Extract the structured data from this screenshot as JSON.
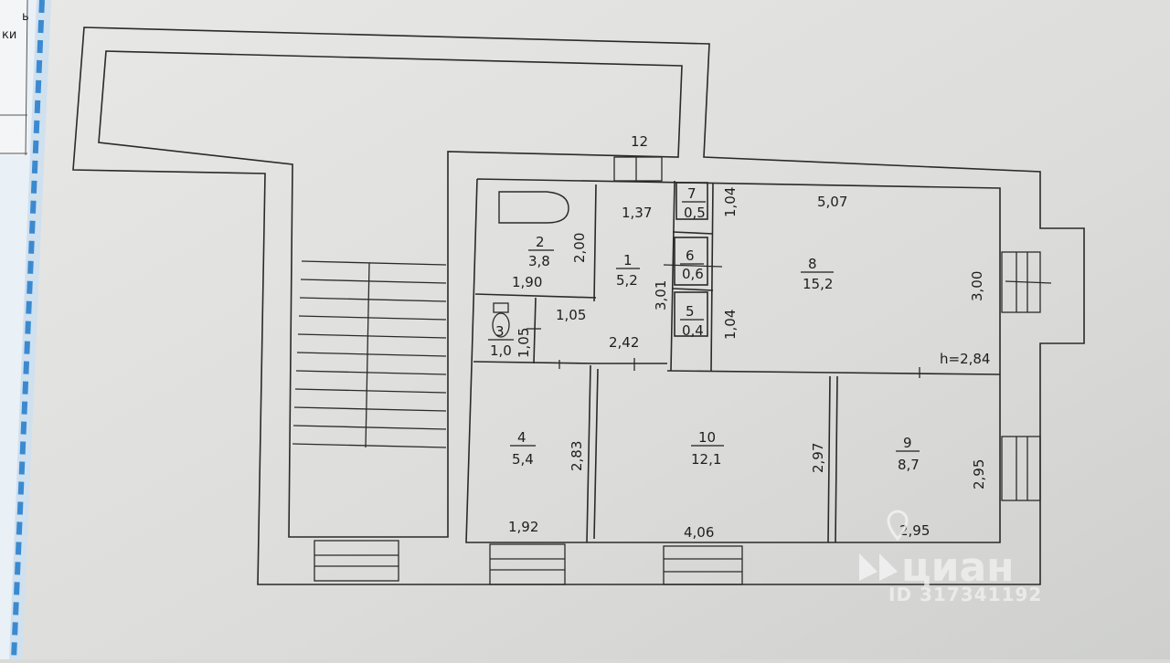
{
  "edge_text": [
    "ь",
    "ки"
  ],
  "labels": {
    "n12": "12",
    "r2_no": "2",
    "r2_area": "3,8",
    "r2_h": "2,00",
    "r2_w": "1,90",
    "r1_no": "1",
    "r1_area": "5,2",
    "r1_w": "1,37",
    "r1_h": "3,01",
    "r7_no": "7",
    "r7_area": "0,5",
    "r7_h": "1,04",
    "r6_no": "6",
    "r6_area": "0,6",
    "r5_no": "5",
    "r5_area": "0,4",
    "r5_h": "1,04",
    "r8_w": "5,07",
    "r8_no": "8",
    "r8_area": "15,2",
    "r8_h": "3,00",
    "ceiling": "h=2,84",
    "r3_no": "3",
    "r3_area": "1,0",
    "r3_h": "1,05",
    "r3_w": "1,05",
    "hall_w": "2,42",
    "r4_no": "4",
    "r4_area": "5,4",
    "r4_h": "2,83",
    "r4_w": "1,92",
    "r10_no": "10",
    "r10_area": "12,1",
    "r10_h": "2,97",
    "r10_w": "4,06",
    "r9_no": "9",
    "r9_area": "8,7",
    "r9_h": "2,95",
    "r9_w": "2,95"
  },
  "watermark": {
    "brand": "циан",
    "id": "ID 317341192"
  }
}
